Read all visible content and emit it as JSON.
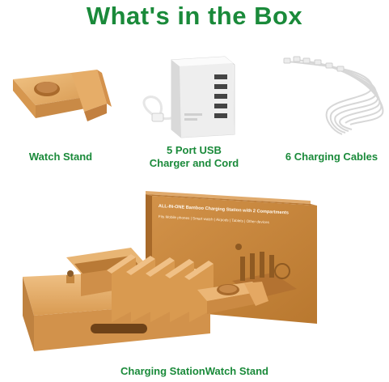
{
  "title": "What's in the Box",
  "items": [
    {
      "label": "Watch Stand"
    },
    {
      "label_line1": "5 Port USB",
      "label_line2": "Charger and Cord"
    },
    {
      "label": "6 Charging Cables"
    }
  ],
  "box": {
    "line1": "ALL-IN-ONE Bamboo Charging Station with 2 Compartments",
    "line2": "Fits Mobile phones | Smart watch | Airpods | Tablets | Other devices"
  },
  "bottom_label": "Charging StationWatch Stand",
  "colors": {
    "accent": "#1a8a3a",
    "bamboo": "#e2a866",
    "box": "#c98a45"
  }
}
